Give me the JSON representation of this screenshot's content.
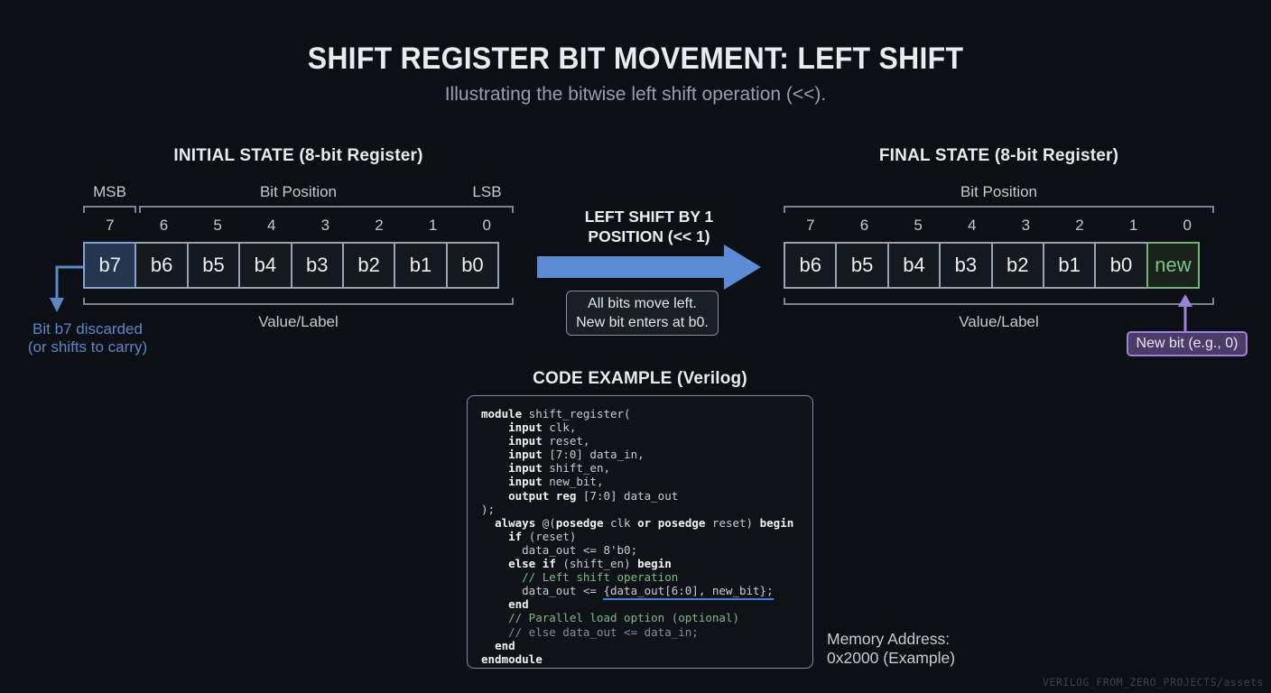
{
  "page": {
    "title": "SHIFT REGISTER BIT MOVEMENT: LEFT SHIFT",
    "subtitle": "Illustrating the bitwise left shift operation (<<).",
    "watermark": "VERILOG_FROM_ZERO_PROJECTS/assets"
  },
  "initial_register": {
    "title": "INITIAL STATE (8-bit Register)",
    "msb_label": "MSB",
    "axis_label": "Bit Position",
    "lsb_label": "LSB",
    "positions": [
      "7",
      "6",
      "5",
      "4",
      "3",
      "2",
      "1",
      "0"
    ],
    "cells": [
      "b7",
      "b6",
      "b5",
      "b4",
      "b3",
      "b2",
      "b1",
      "b0"
    ],
    "value_label": "Value/Label",
    "discard_line1": "Bit b7 discarded",
    "discard_line2": "(or shifts to carry)"
  },
  "shift": {
    "label_line1": "LEFT SHIFT BY 1",
    "label_line2": "POSITION (<< 1)",
    "note_line1": "All bits move left.",
    "note_line2": "New bit enters at b0."
  },
  "final_register": {
    "title": "FINAL STATE (8-bit Register)",
    "axis_label": "Bit Position",
    "positions": [
      "7",
      "6",
      "5",
      "4",
      "3",
      "2",
      "1",
      "0"
    ],
    "cells": [
      "b6",
      "b5",
      "b4",
      "b3",
      "b2",
      "b1",
      "b0",
      "new"
    ],
    "value_label": "Value/Label",
    "new_bit_badge": "New bit (e.g., 0)"
  },
  "code": {
    "title": "CODE EXAMPLE (Verilog)",
    "lines": [
      [
        {
          "c": "k",
          "t": "module"
        },
        {
          "c": "p",
          "t": " shift_register("
        }
      ],
      [
        {
          "c": "p",
          "t": "    "
        },
        {
          "c": "k",
          "t": "input"
        },
        {
          "c": "p",
          "t": " clk,"
        }
      ],
      [
        {
          "c": "p",
          "t": "    "
        },
        {
          "c": "k",
          "t": "input"
        },
        {
          "c": "p",
          "t": " reset,"
        }
      ],
      [
        {
          "c": "p",
          "t": "    "
        },
        {
          "c": "k",
          "t": "input"
        },
        {
          "c": "p",
          "t": " [7:0] data_in,"
        }
      ],
      [
        {
          "c": "p",
          "t": "    "
        },
        {
          "c": "k",
          "t": "input"
        },
        {
          "c": "p",
          "t": " shift_en,"
        }
      ],
      [
        {
          "c": "p",
          "t": "    "
        },
        {
          "c": "k",
          "t": "input"
        },
        {
          "c": "p",
          "t": " new_bit,"
        }
      ],
      [
        {
          "c": "p",
          "t": "    "
        },
        {
          "c": "k",
          "t": "output"
        },
        {
          "c": "p",
          "t": " "
        },
        {
          "c": "k",
          "t": "reg"
        },
        {
          "c": "p",
          "t": " [7:0] data_out"
        }
      ],
      [
        {
          "c": "p",
          "t": ");"
        }
      ],
      [
        {
          "c": "p",
          "t": "  "
        },
        {
          "c": "k",
          "t": "always"
        },
        {
          "c": "p",
          "t": " @("
        },
        {
          "c": "k",
          "t": "posedge"
        },
        {
          "c": "p",
          "t": " clk "
        },
        {
          "c": "k",
          "t": "or"
        },
        {
          "c": "p",
          "t": " "
        },
        {
          "c": "k",
          "t": "posedge"
        },
        {
          "c": "p",
          "t": " reset) "
        },
        {
          "c": "k",
          "t": "begin"
        }
      ],
      [
        {
          "c": "p",
          "t": "    "
        },
        {
          "c": "k",
          "t": "if"
        },
        {
          "c": "p",
          "t": " (reset)"
        }
      ],
      [
        {
          "c": "p",
          "t": "      data_out <= 8'b0;"
        }
      ],
      [
        {
          "c": "p",
          "t": "    "
        },
        {
          "c": "k",
          "t": "else"
        },
        {
          "c": "p",
          "t": " "
        },
        {
          "c": "k",
          "t": "if"
        },
        {
          "c": "p",
          "t": " (shift_en) "
        },
        {
          "c": "k",
          "t": "begin"
        }
      ],
      [
        {
          "c": "g",
          "t": "      // Left shift operation"
        }
      ],
      [
        {
          "c": "p",
          "t": "      data_out <= "
        },
        {
          "c": "u",
          "t": "{data_out[6:0], new_bit};"
        }
      ],
      [
        {
          "c": "p",
          "t": "    "
        },
        {
          "c": "k",
          "t": "end"
        }
      ],
      [
        {
          "c": "g",
          "t": "    // Parallel load option (optional)"
        }
      ],
      [
        {
          "c": "d",
          "t": "    // else data_out <= data_in;"
        }
      ],
      [
        {
          "c": "p",
          "t": "  "
        },
        {
          "c": "k",
          "t": "end"
        }
      ],
      [
        {
          "c": "k",
          "t": "endmodule"
        }
      ]
    ]
  },
  "memory": {
    "line1": "Memory Address:",
    "line2": "0x2000 (Example)"
  },
  "colors": {
    "background": "#0c0f15",
    "shift_arrow_blue": "#5b8bd2",
    "annotation_blue": "#5c88c8",
    "highlight_cell_blue_bg": "#263550",
    "new_bit_green": "#7cc487",
    "comment_green": "#79bc83",
    "underline_blue": "#4a7cd6",
    "badge_purple_border": "#9d82d4",
    "badge_purple_bg": "#4a3b68"
  }
}
